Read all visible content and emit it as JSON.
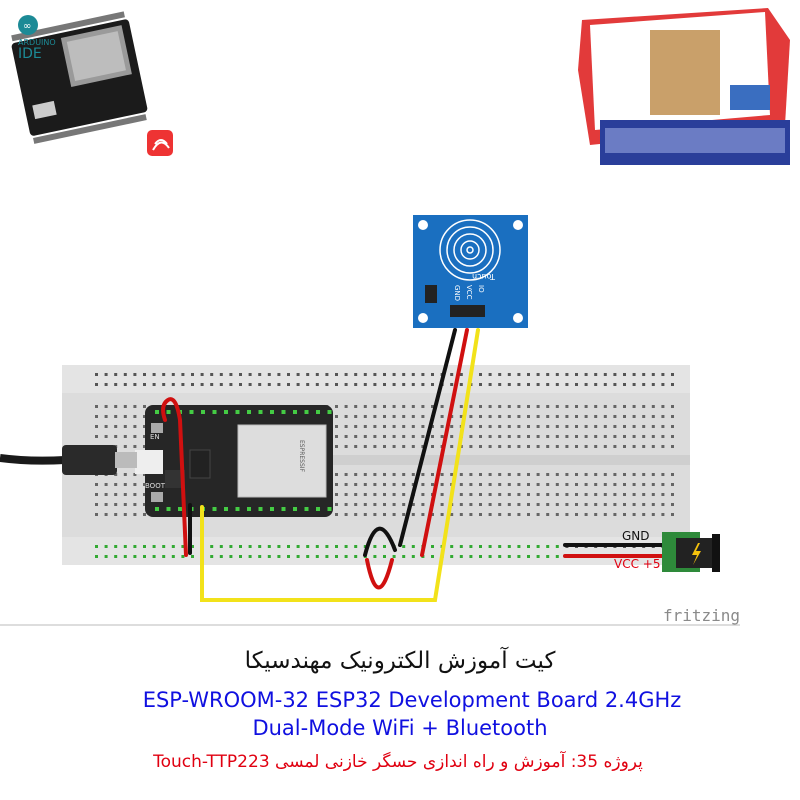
{
  "header": {
    "logo_text_small": "ARDUINO",
    "logo_text_large": "IDE"
  },
  "diagram": {
    "gnd_label": "GND",
    "vcc_label": "VCC +5",
    "watermark": "fritzing",
    "touch_module_label": "Touch",
    "touch_pins": [
      "GND",
      "VCC",
      "IO"
    ],
    "esp_buttons": [
      "EN",
      "BOOT"
    ],
    "esp_module_label": "ESPRESSIF",
    "colors": {
      "wire_red": "#d01010",
      "wire_black": "#111111",
      "wire_yellow": "#f2e21a",
      "module_blue": "#1a6fc0"
    }
  },
  "footer": {
    "title_fa": "کیت آموزش الکترونیک مهندسیکا",
    "title_en_line1": "ESP-WROOM-32 ESP32  Development Board 2.4GHz",
    "title_en_line2": "Dual-Mode WiFi + Bluetooth",
    "project_title": "پروژه 35: آموزش و راه اندازی حسگر خازنی لمسی Touch-TTP223"
  }
}
